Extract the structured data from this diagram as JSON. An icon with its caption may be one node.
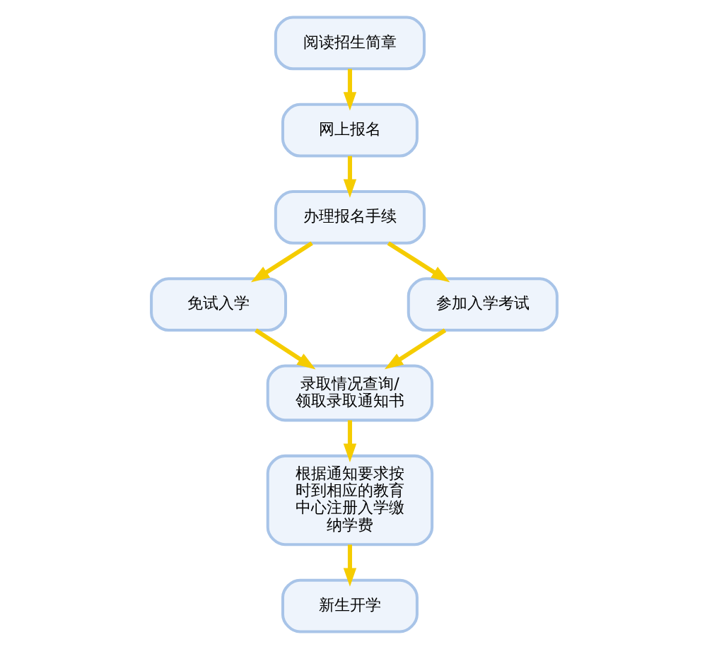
{
  "diagram": {
    "nodes": [
      {
        "text": [
          "阅读招生简章"
        ]
      },
      {
        "text": [
          "网上报名"
        ]
      },
      {
        "text": [
          "办理报名手续"
        ]
      },
      {
        "text": [
          "免试入学"
        ]
      },
      {
        "text": [
          "参加入学考试"
        ]
      },
      {
        "text": [
          "录取情况查询/领取录取通知书"
        ]
      },
      {
        "text": [
          "根据通知要求按时到相应的教育中心注册入学缴纳学费"
        ]
      },
      {
        "text": [
          "新生开学"
        ]
      }
    ],
    "edges": [
      {
        "from": 0,
        "to": 1,
        "arrow": "to"
      },
      {
        "from": 1,
        "to": 2,
        "arrow": "to"
      },
      {
        "from": 2,
        "to": 3,
        "arrow": "to"
      },
      {
        "from": 2,
        "to": 4,
        "arrow": "to"
      },
      {
        "from": 3,
        "to": 5,
        "arrow": "to"
      },
      {
        "from": 4,
        "to": 5,
        "arrow": "to"
      },
      {
        "from": 5,
        "to": 6,
        "arrow": "to"
      },
      {
        "from": 6,
        "to": 7,
        "arrow": "to"
      }
    ]
  }
}
